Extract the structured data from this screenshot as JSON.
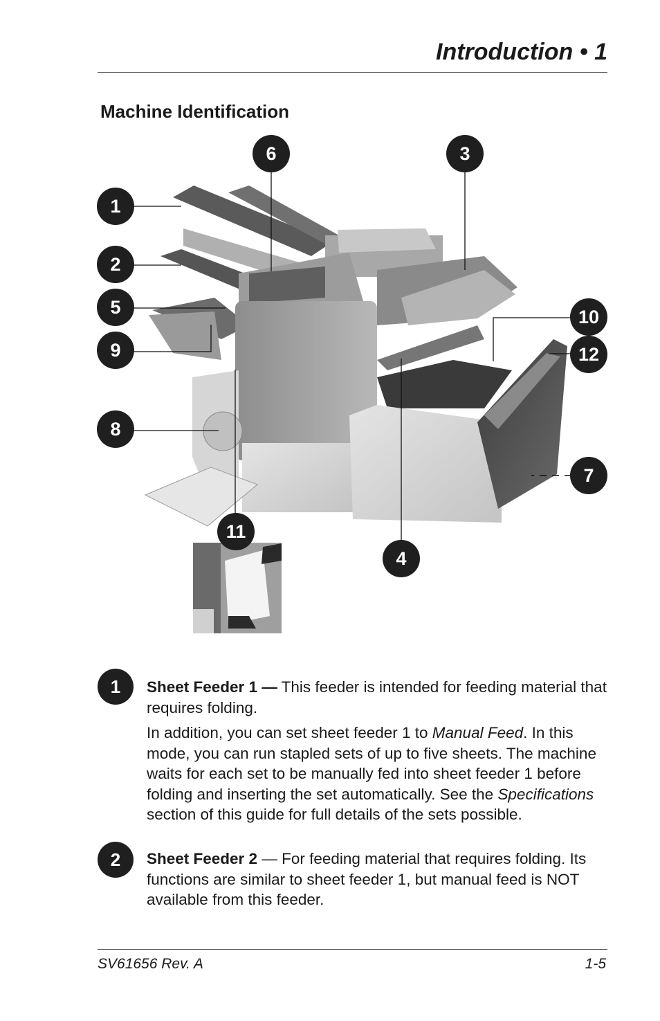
{
  "header": {
    "title": "Introduction • 1"
  },
  "section": {
    "heading": "Machine Identification"
  },
  "figure": {
    "callouts": [
      "1",
      "2",
      "3",
      "4",
      "5",
      "6",
      "7",
      "8",
      "9",
      "10",
      "11",
      "12"
    ]
  },
  "items": [
    {
      "number": "1",
      "title": "Sheet Feeder 1 —",
      "text": " This feeder is intended for feeding material that requires folding.",
      "para2_pre": "In addition, you can set sheet feeder 1 to ",
      "para2_em": "Manual Feed",
      "para2_mid": ". In this mode, you can run stapled sets of up to five sheets. The machine waits for each set to be manually fed into sheet feeder 1 before folding and inserting the set automatically. See the ",
      "para2_em2": "Specifications",
      "para2_post": " section of this guide for full details of the sets possible."
    },
    {
      "number": "2",
      "title": "Sheet Feeder 2",
      "text": " — For feeding material that requires folding. Its functions are similar to sheet feeder 1, but manual feed is NOT available from this feeder."
    }
  ],
  "footer": {
    "doc_id": "SV61656 Rev. A",
    "page": "1-5"
  }
}
